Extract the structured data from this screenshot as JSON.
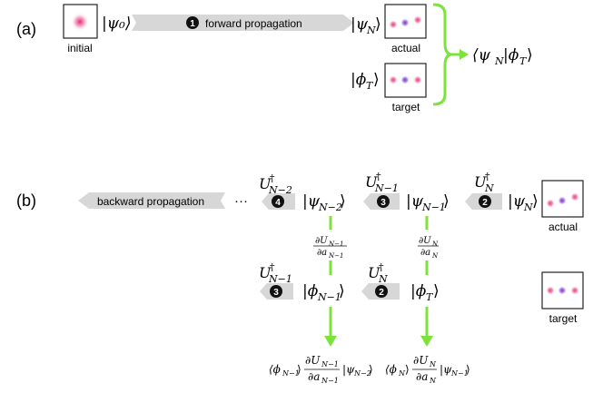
{
  "panel_a": {
    "label": "(a)",
    "initial_caption": "initial",
    "psi0": "|ψ₀⟩",
    "forward_step": "1",
    "forward_label": "forward propagation",
    "psiN": "|ψ",
    "psiN_sub": "N",
    "psiN_close": "⟩",
    "actual_caption": "actual",
    "phiT": "|ϕ",
    "phiT_sub": "T",
    "phiT_close": "⟩",
    "target_caption": "target",
    "overlap_open": "⟨ψ",
    "overlap_sub1": "N",
    "overlap_mid": "|ϕ",
    "overlap_sub2": "T",
    "overlap_close": "⟩"
  },
  "panel_b": {
    "label": "(b)",
    "backward_label": "backward propagation",
    "ellipsis": "···",
    "U": "U",
    "dagger": "†",
    "sub_N2": "N−2",
    "sub_N1": "N−1",
    "sub_N": "N",
    "step4": "4",
    "step3": "3",
    "step2": "2",
    "psi_open": "|ψ",
    "phi_open": "|ϕ",
    "ket_close": "⟩",
    "psi_N2_sub": "N−2",
    "psi_N1_sub": "N−1",
    "psi_N_sub": "N",
    "phi_N1_sub": "N−1",
    "phi_T_sub": "T",
    "deriv_left_num": "∂U",
    "deriv_left_num_sub": "N−1",
    "deriv_left_den": "∂a",
    "deriv_left_den_sub": "N−1",
    "deriv_right_num": "∂U",
    "deriv_right_num_sub": "N",
    "deriv_right_den": "∂a",
    "deriv_right_den_sub": "N",
    "actual_caption": "actual",
    "target_caption": "target",
    "result_left_bra": "⟨ϕ",
    "result_left_bra_sub": "N−1",
    "result_left_ket": "|ψ",
    "result_left_ket_sub": "N−2",
    "result_right_bra": "⟨ϕ",
    "result_right_bra_sub": "N",
    "result_right_ket": "|ψ",
    "result_right_ket_sub": "N−1",
    "result_close": "⟩"
  },
  "colors": {
    "arrow_gray": "#d7d7d7",
    "bracket_green": "#7be33a",
    "spot_pink": "#e8347c",
    "spot_purple": "#7a3cc8"
  }
}
